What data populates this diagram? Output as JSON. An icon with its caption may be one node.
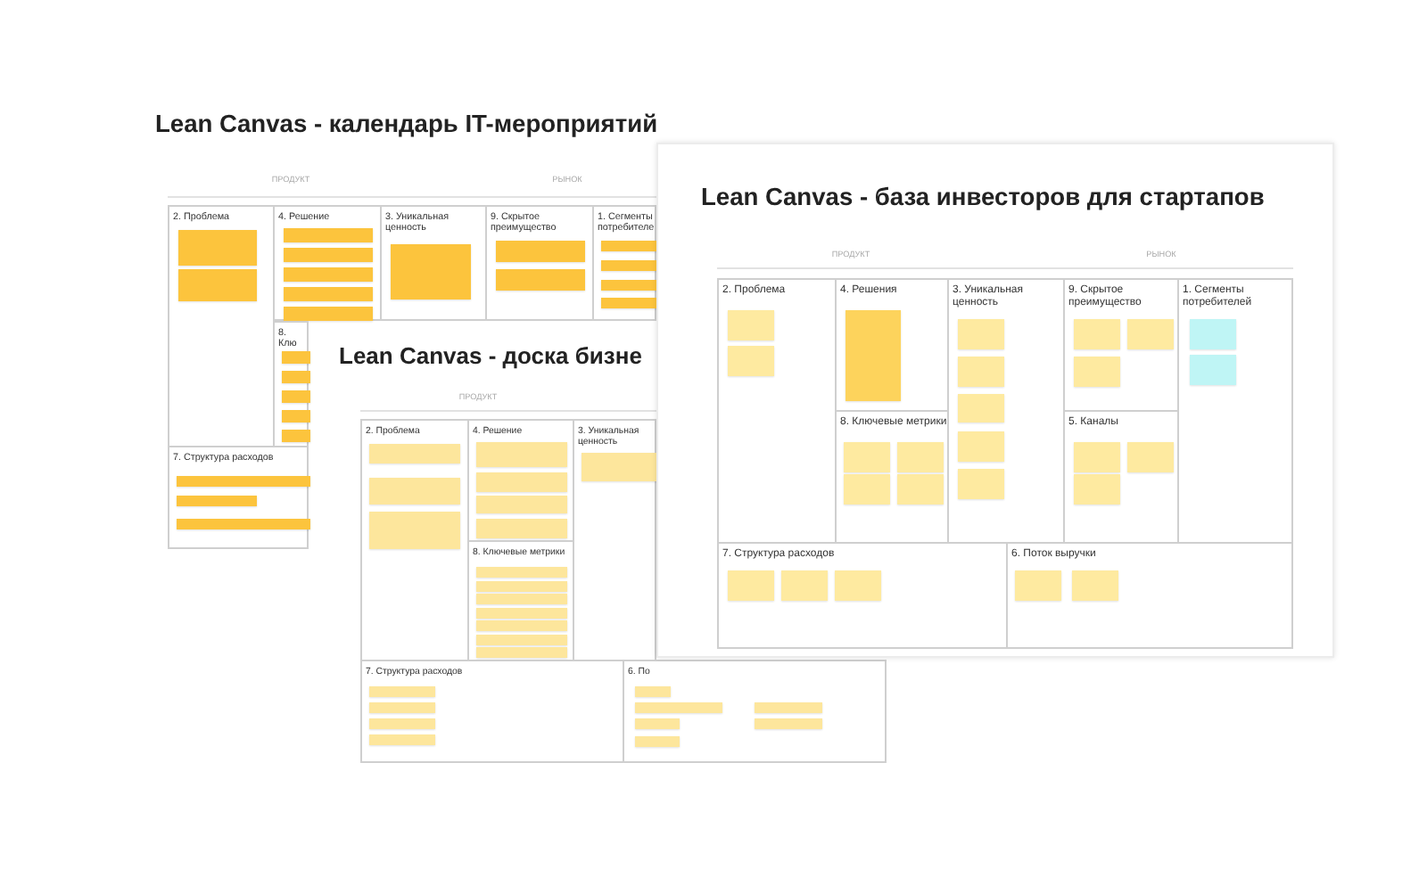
{
  "diagram": {
    "nodes": [
      {
        "text": [
          "Lean Canvas - календарь IT-мероприятий",
          "ПРОДУКТ",
          "РЫНОК"
        ]
      },
      {
        "text": [
          "2. Проблема"
        ]
      },
      {
        "text": [],
        "shape": "box",
        "in": 1
      },
      {
        "text": [],
        "shape": "box",
        "in": 1
      },
      {
        "text": [
          "4. Решение"
        ]
      },
      {
        "text": [],
        "shape": "box",
        "in": 4
      },
      {
        "text": [],
        "shape": "box",
        "in": 4
      },
      {
        "text": [],
        "shape": "box",
        "in": 4
      },
      {
        "text": [],
        "shape": "box",
        "in": 4
      },
      {
        "text": [],
        "shape": "box",
        "in": 4
      },
      {
        "text": [
          "3. Уникальная ценность"
        ]
      },
      {
        "text": [],
        "shape": "box",
        "in": 10
      },
      {
        "text": [
          "9. Скрытое преимущество"
        ]
      },
      {
        "text": [],
        "shape": "box",
        "in": 12
      },
      {
        "text": [],
        "shape": "box",
        "in": 12
      },
      {
        "text": [
          "1. Сегменты потребителе"
        ]
      },
      {
        "text": [],
        "shape": "box",
        "in": 15
      },
      {
        "text": [],
        "shape": "box",
        "in": 15
      },
      {
        "text": [],
        "shape": "box",
        "in": 15
      },
      {
        "text": [],
        "shape": "box",
        "in": 15
      },
      {
        "text": [
          "8. Клю"
        ]
      },
      {
        "text": [],
        "shape": "box",
        "in": 20
      },
      {
        "text": [],
        "shape": "box",
        "in": 20
      },
      {
        "text": [],
        "shape": "box",
        "in": 20
      },
      {
        "text": [],
        "shape": "box",
        "in": 20
      },
      {
        "text": [],
        "shape": "box",
        "in": 20
      },
      {
        "text": [
          "7. Структура расходов"
        ]
      },
      {
        "text": [],
        "shape": "box",
        "in": 26
      },
      {
        "text": [],
        "shape": "box",
        "in": 26
      },
      {
        "text": [],
        "shape": "box",
        "in": 26
      },
      {
        "text": [
          "Lean Canvas - доска бизне",
          "ПРОДУКТ"
        ]
      },
      {
        "text": [
          "2. Проблема"
        ]
      },
      {
        "text": [],
        "shape": "box",
        "in": 31
      },
      {
        "text": [],
        "shape": "box",
        "in": 31
      },
      {
        "text": [],
        "shape": "box",
        "in": 31
      },
      {
        "text": [
          "4. Решение"
        ]
      },
      {
        "text": [],
        "shape": "box",
        "in": 35
      },
      {
        "text": [],
        "shape": "box",
        "in": 35
      },
      {
        "text": [],
        "shape": "box",
        "in": 35
      },
      {
        "text": [],
        "shape": "box",
        "in": 35
      },
      {
        "text": [
          "3. Уникальная ценность"
        ]
      },
      {
        "text": [],
        "shape": "box",
        "in": 40
      },
      {
        "text": [
          "8. Ключевые метрики"
        ]
      },
      {
        "text": [],
        "shape": "box",
        "in": 42
      },
      {
        "text": [],
        "shape": "box",
        "in": 42
      },
      {
        "text": [],
        "shape": "box",
        "in": 42
      },
      {
        "text": [],
        "shape": "box",
        "in": 42
      },
      {
        "text": [],
        "shape": "box",
        "in": 42
      },
      {
        "text": [],
        "shape": "box",
        "in": 42
      },
      {
        "text": [],
        "shape": "box",
        "in": 42
      },
      {
        "text": [
          "7. Структура расходов"
        ]
      },
      {
        "text": [],
        "shape": "box",
        "in": 50
      },
      {
        "text": [],
        "shape": "box",
        "in": 50
      },
      {
        "text": [],
        "shape": "box",
        "in": 50
      },
      {
        "text": [],
        "shape": "box",
        "in": 50
      },
      {
        "text": [
          "6. По"
        ]
      },
      {
        "text": [],
        "shape": "box",
        "in": 55
      },
      {
        "text": [],
        "shape": "box",
        "in": 55
      },
      {
        "text": [],
        "shape": "box",
        "in": 55
      },
      {
        "text": [],
        "shape": "box",
        "in": 55
      },
      {
        "text": [],
        "shape": "box",
        "in": 55
      },
      {
        "text": [],
        "shape": "box",
        "in": 55
      },
      {
        "text": [
          "Lean Canvas - база инвесторов для стартапов",
          "ПРОДУКТ",
          "РЫНОК"
        ]
      },
      {
        "text": [
          "2. Проблема"
        ],
        "in": 62
      },
      {
        "text": [],
        "shape": "box",
        "in": 63
      },
      {
        "text": [],
        "shape": "box",
        "in": 63
      },
      {
        "text": [
          "4. Решения"
        ],
        "in": 62
      },
      {
        "text": [],
        "shape": "box",
        "in": 66
      },
      {
        "text": [
          "3. Уникальная ценность"
        ],
        "in": 62
      },
      {
        "text": [],
        "shape": "box",
        "in": 68
      },
      {
        "text": [],
        "shape": "box",
        "in": 68
      },
      {
        "text": [],
        "shape": "box",
        "in": 68
      },
      {
        "text": [],
        "shape": "box",
        "in": 68
      },
      {
        "text": [],
        "shape": "box",
        "in": 68
      },
      {
        "text": [
          "9. Скрытое преимущество"
        ],
        "in": 62
      },
      {
        "text": [],
        "shape": "box",
        "in": 74
      },
      {
        "text": [],
        "shape": "box",
        "in": 74
      },
      {
        "text": [],
        "shape": "box",
        "in": 74
      },
      {
        "text": [
          "1. Сегменты потребителей"
        ],
        "in": 62
      },
      {
        "text": [],
        "shape": "box",
        "in": 78
      },
      {
        "text": [],
        "shape": "box",
        "in": 78
      },
      {
        "text": [
          "8. Ключевые метрики"
        ],
        "in": 62
      },
      {
        "text": [],
        "shape": "box",
        "in": 81
      },
      {
        "text": [],
        "shape": "box",
        "in": 81
      },
      {
        "text": [],
        "shape": "box",
        "in": 81
      },
      {
        "text": [],
        "shape": "box",
        "in": 81
      },
      {
        "text": [
          "5. Каналы"
        ],
        "in": 62
      },
      {
        "text": [],
        "shape": "box",
        "in": 86
      },
      {
        "text": [],
        "shape": "box",
        "in": 86
      },
      {
        "text": [],
        "shape": "box",
        "in": 86
      },
      {
        "text": [
          "7. Структура расходов"
        ],
        "in": 62
      },
      {
        "text": [],
        "shape": "box",
        "in": 90
      },
      {
        "text": [],
        "shape": "box",
        "in": 90
      },
      {
        "text": [],
        "shape": "box",
        "in": 90
      },
      {
        "text": [
          "6. Поток выручки"
        ],
        "in": 62
      },
      {
        "text": [],
        "shape": "box",
        "in": 94
      },
      {
        "text": [],
        "shape": "box",
        "in": 94
      }
    ]
  }
}
